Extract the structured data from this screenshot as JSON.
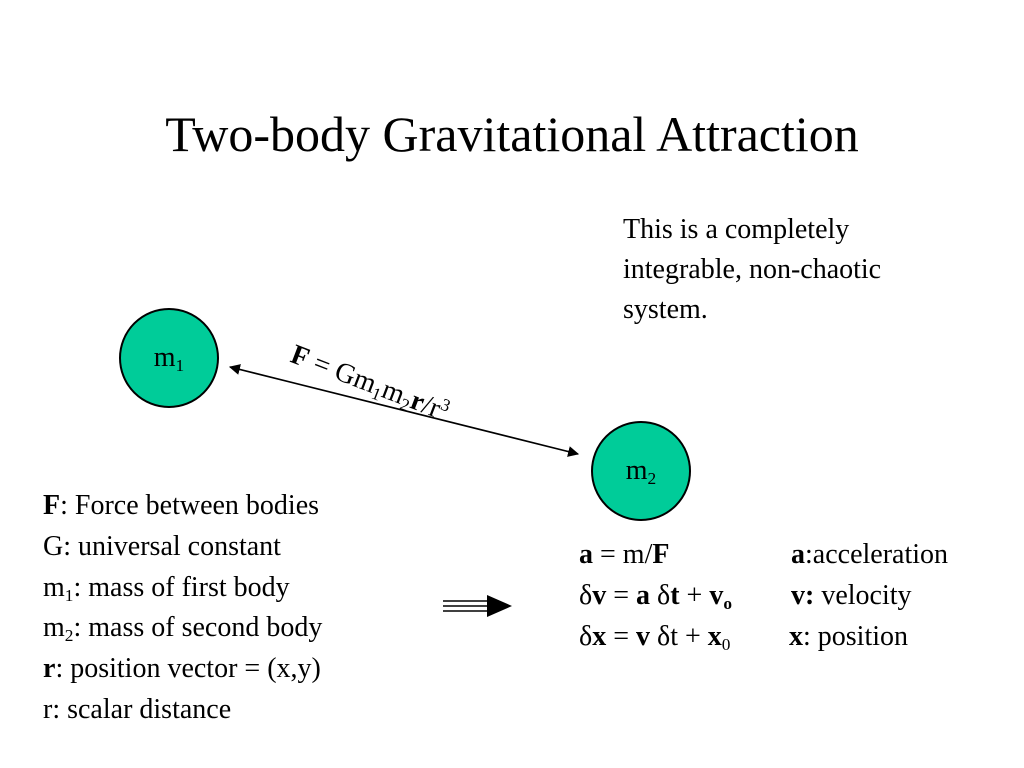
{
  "slide": {
    "title": "Two-body Gravitational Attraction",
    "note": "This is a completely integrable, non-chaotic system."
  },
  "bodies": [
    {
      "label": "m",
      "sub": "1"
    },
    {
      "label": "m",
      "sub": "2"
    }
  ],
  "force_formula": {
    "F": "F",
    "eq": " = Gm",
    "sub1": "1",
    "m": "m",
    "sub2": "2",
    "r_vec": "r",
    "slash_r": "/r",
    "exp": "3"
  },
  "definitions": [
    {
      "sym": "F",
      "sub": "",
      "text": ": Force between bodies"
    },
    {
      "sym": "G",
      "sub": "",
      "text": ": universal constant"
    },
    {
      "sym": "m",
      "sub": "1",
      "text": ": mass of first body"
    },
    {
      "sym": "m",
      "sub": "2",
      "text": ": mass of second body"
    },
    {
      "sym": "r",
      "sub": "",
      "text": ": position vector = (x,y)"
    },
    {
      "sym": "r",
      "sub": "",
      "text": ": scalar distance"
    }
  ],
  "kinematics": [
    {
      "lhs": "a",
      "eq": " = m/",
      "rhs": "F",
      "desc_sym": "a",
      "desc_text": ":acceleration"
    },
    {
      "d1": "δ",
      "v": "v",
      "eq": " = ",
      "a": "a",
      "d2": " δ",
      "t": "t",
      "plus": " + ",
      "v0": "v",
      "v0_sub": "o",
      "desc_sym": "v:",
      "desc_text": " velocity"
    },
    {
      "d1": "δ",
      "x": "x",
      "eq": " = ",
      "v": "v",
      "d2": " δ",
      "t": "t",
      "plus": " + ",
      "x0": "x",
      "x0_sub": "0",
      "desc_sym": "x",
      "desc_text": ": position"
    }
  ],
  "icons": {
    "force_arrow": "double-headed-arrow-icon",
    "implies_arrow": "implies-arrow-icon"
  }
}
